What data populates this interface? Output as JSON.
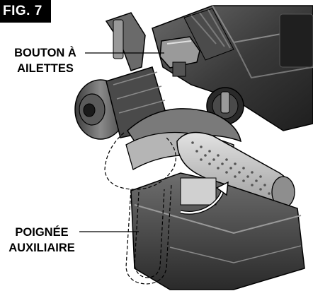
{
  "figure": {
    "number_label": "FIG. 7"
  },
  "callouts": {
    "wing_knob": {
      "line1": "BOUTON À",
      "line2": "AILETTES"
    },
    "auxiliary_handle": {
      "line1": "POIGNÉE",
      "line2": "AUXILIAIRE"
    }
  },
  "colors": {
    "body_dark": "#2e2e2e",
    "body_mid": "#5a5a5a",
    "body_light": "#9a9a9a",
    "handle_grip": "#bdbdbd",
    "outline": "#000000"
  }
}
